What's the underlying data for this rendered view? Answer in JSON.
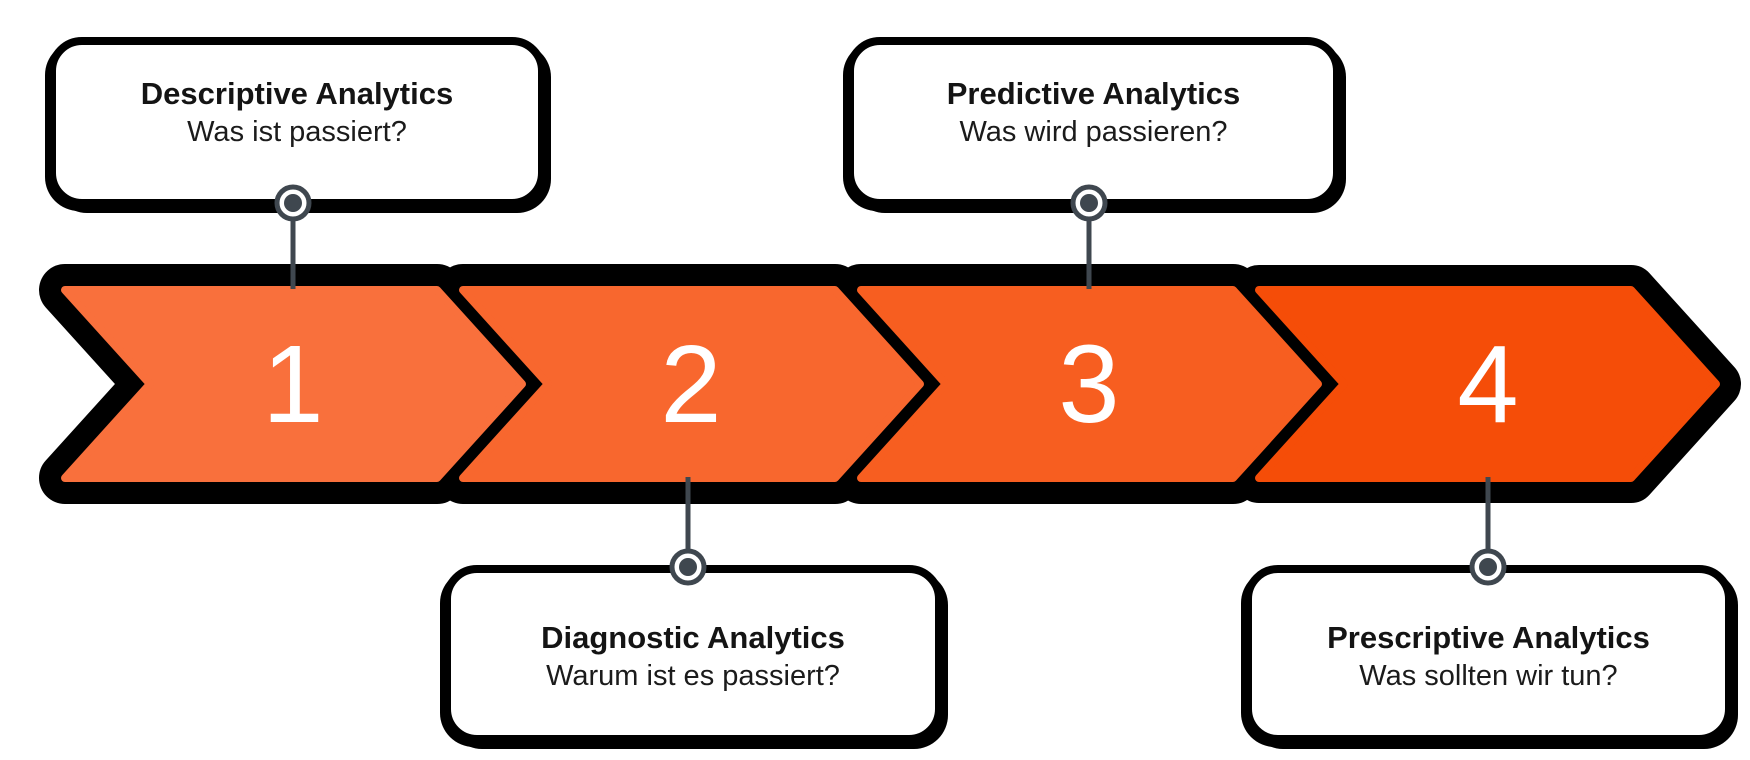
{
  "diagram": {
    "name": "Analytics process chevron diagram",
    "steps": [
      {
        "number": "1",
        "label": "Descriptive Analytics",
        "question": "Was ist passiert?",
        "color": "#F9703C",
        "callout_position": "top"
      },
      {
        "number": "2",
        "label": "Diagnostic Analytics",
        "question": "Warum ist es passiert?",
        "color": "#F8672E",
        "callout_position": "bottom"
      },
      {
        "number": "3",
        "label": "Predictive Analytics",
        "question": "Was wird passieren?",
        "color": "#F75E20",
        "callout_position": "top"
      },
      {
        "number": "4",
        "label": "Prescriptive Analytics",
        "question": "Was sollten wir tun?",
        "color": "#F54D08",
        "callout_position": "bottom"
      }
    ],
    "colors": {
      "outline": "#000000",
      "connector": "#3F474F",
      "callout_background": "#FFFFFF",
      "number_text": "#FFFFFF"
    }
  }
}
